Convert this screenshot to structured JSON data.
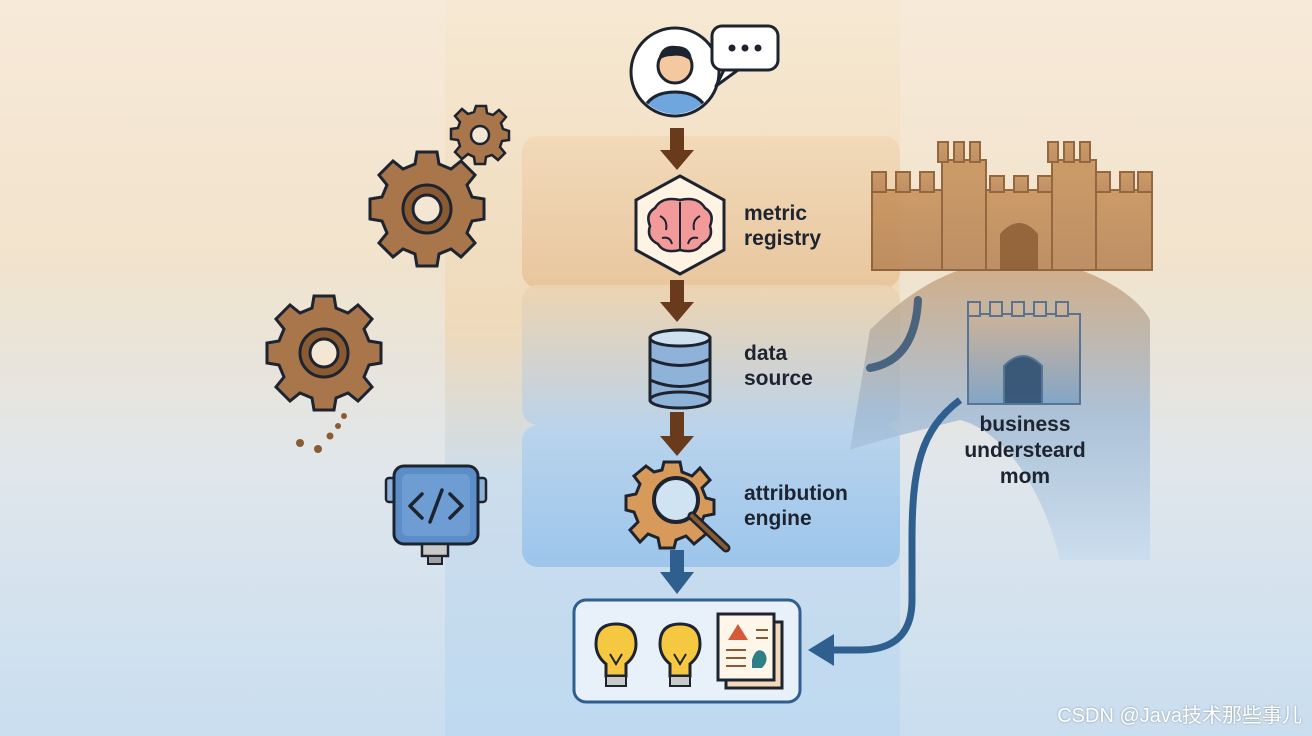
{
  "diagram": {
    "steps": [
      {
        "id": "metric-registry",
        "icon": "brain-icon",
        "label_line1": "metric",
        "label_line2": "registry"
      },
      {
        "id": "data-source",
        "icon": "database-icon",
        "label_line1": "data",
        "label_line2": "source"
      },
      {
        "id": "attribution-engine",
        "icon": "magnifier-gear-icon",
        "label_line1": "attribution",
        "label_line2": "engine"
      }
    ],
    "castle_label": [
      "business",
      "understeard",
      "mom"
    ],
    "watermark": "CSDN @Java技术那些事儿",
    "colors": {
      "brown": "#7a4a2a",
      "blue": "#2f5f8f",
      "gear": "#a8764a",
      "panel_blue": "#cfe3f3"
    }
  }
}
